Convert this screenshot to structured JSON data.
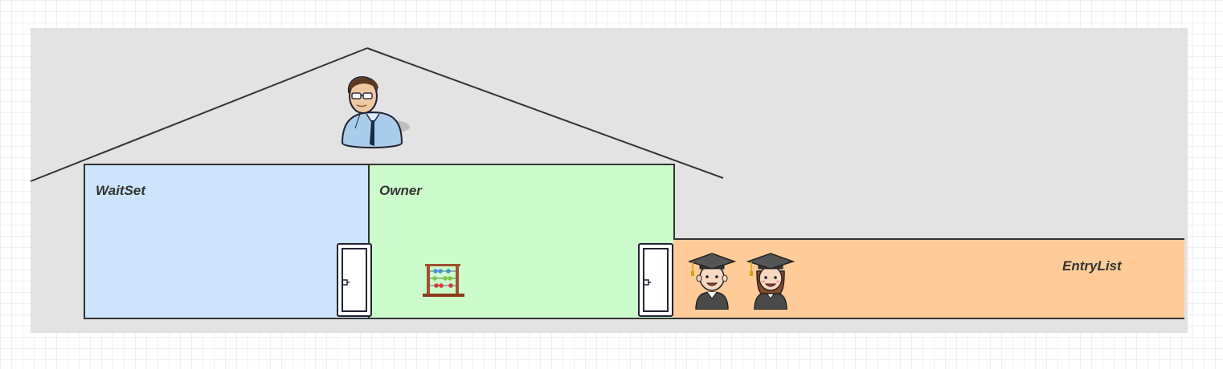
{
  "diagram": {
    "regions": {
      "waitset": {
        "label": "WaitSet",
        "color": "#cce5fc"
      },
      "owner": {
        "label": "Owner",
        "color": "#ccfccc"
      },
      "entrylist": {
        "label": "EntryList",
        "color": "#ffcc99"
      }
    },
    "icons": [
      "teacher-icon",
      "door-icon",
      "abacus-icon",
      "graduate-boy-icon",
      "graduate-girl-icon"
    ]
  }
}
